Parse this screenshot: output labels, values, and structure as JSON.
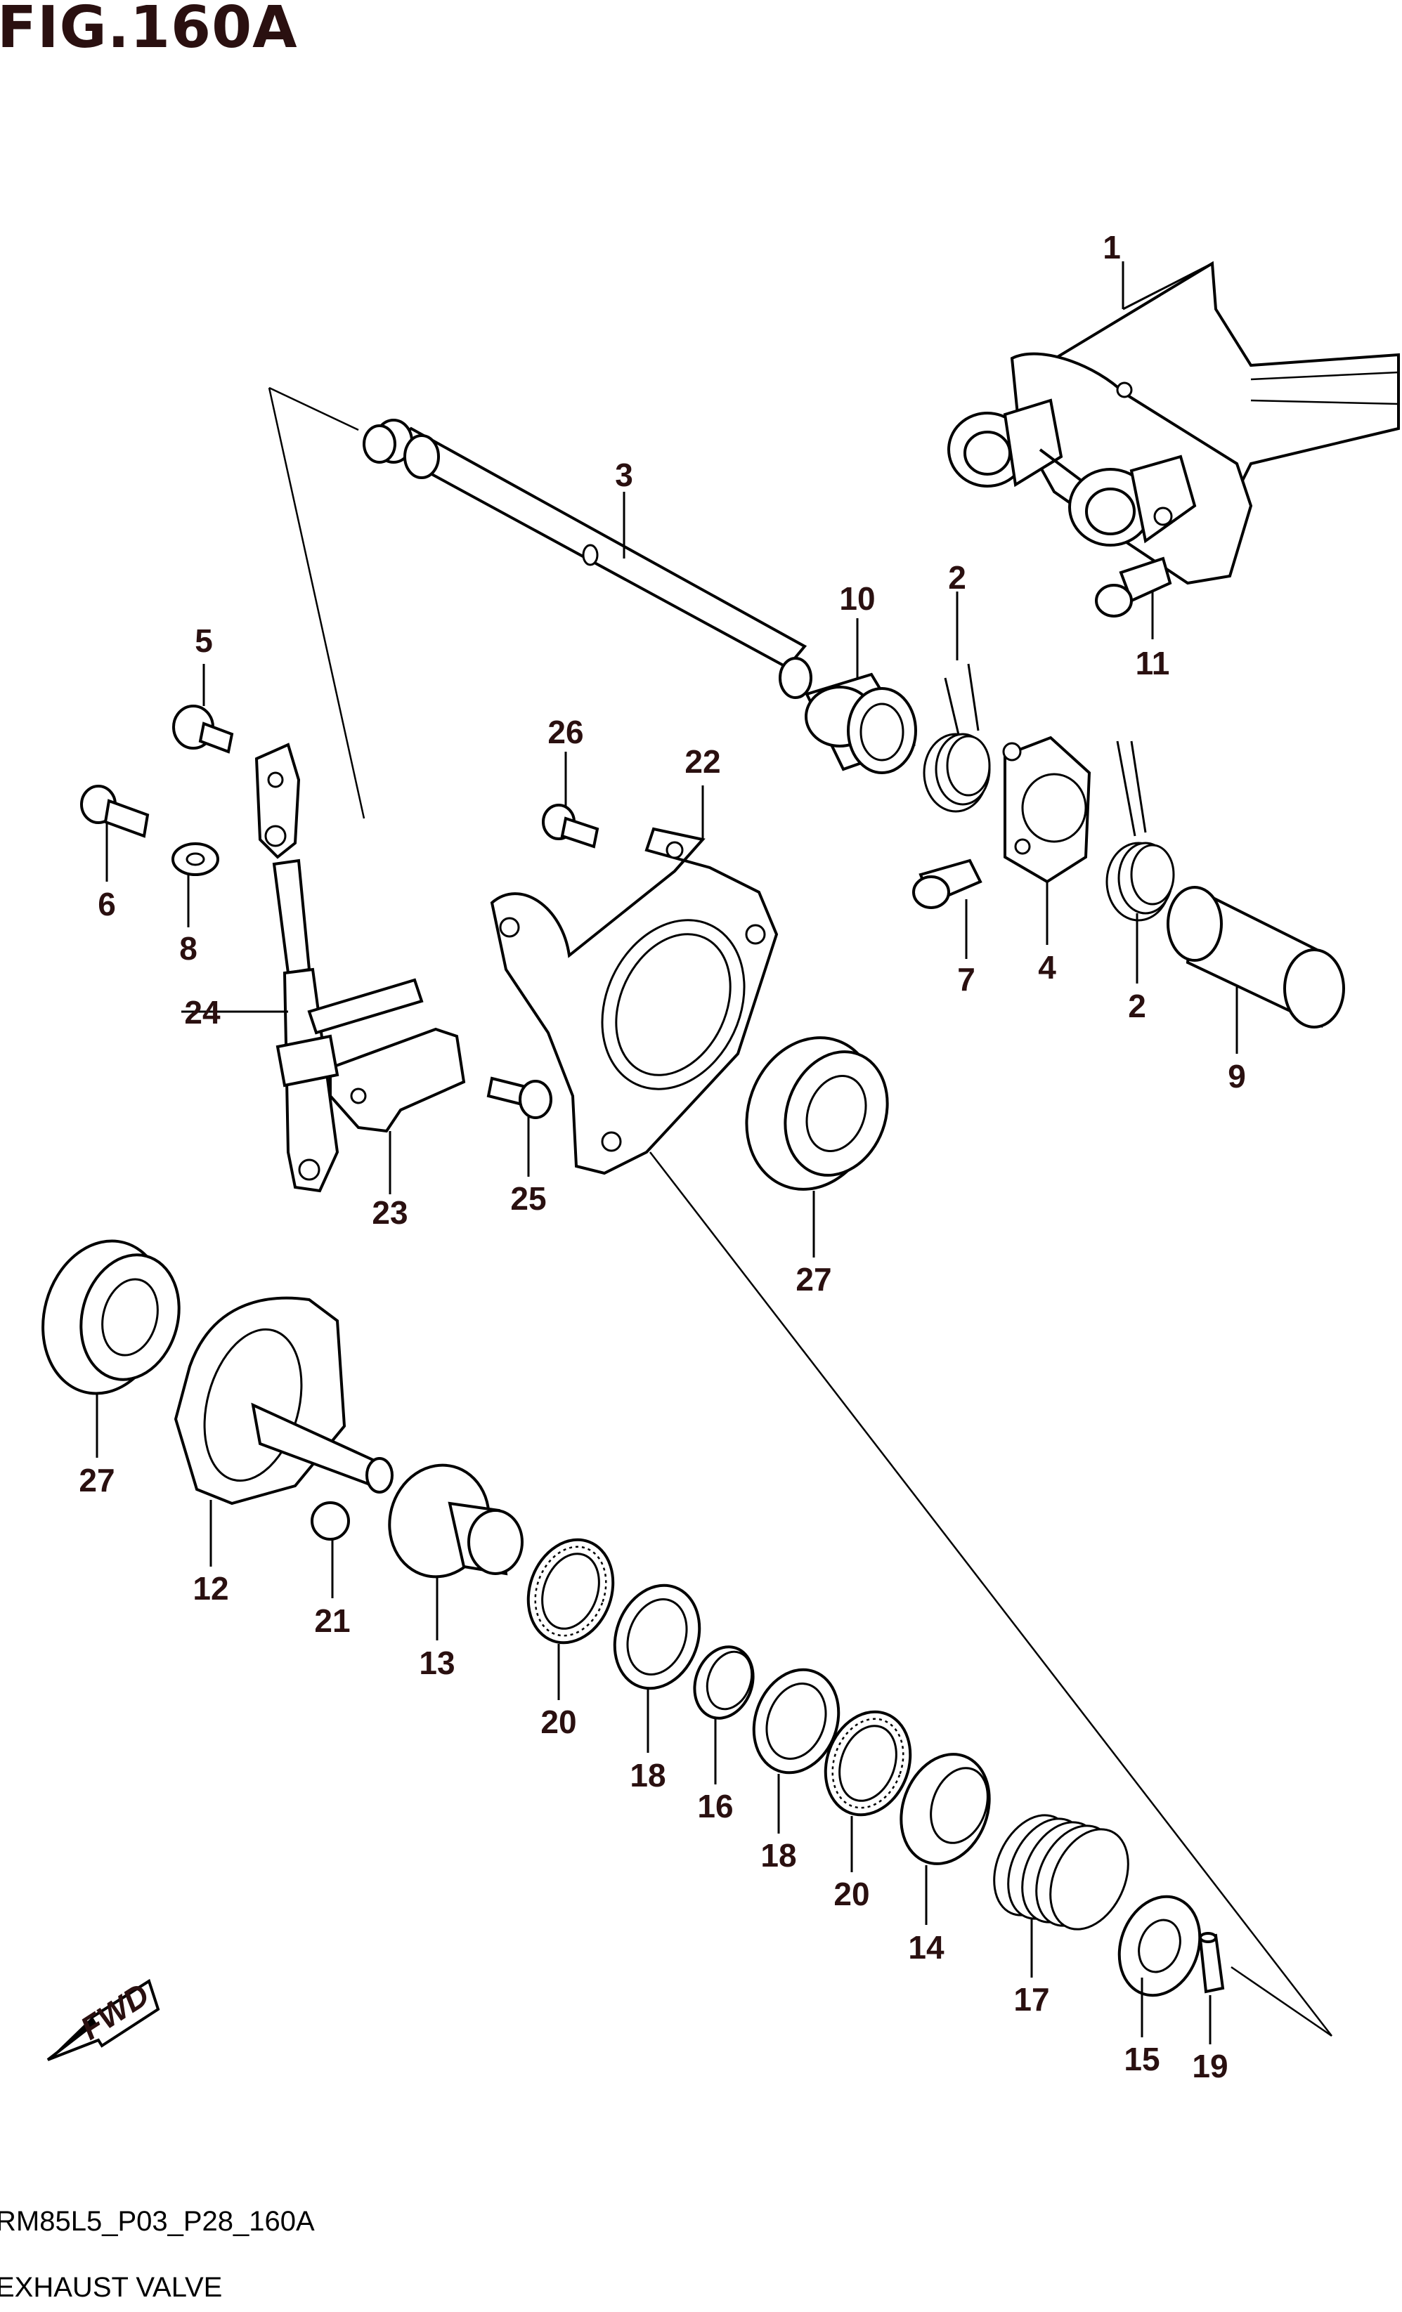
{
  "header": {
    "title": "FIG.160A"
  },
  "footer": {
    "code": "RM85L5_P03_P28_160A",
    "name": "EXHAUST VALVE"
  },
  "direction_badge": {
    "label": "FWD"
  },
  "callouts": {
    "c1": "1",
    "c2a": "2",
    "c2b": "2",
    "c3": "3",
    "c4": "4",
    "c5": "5",
    "c6": "6",
    "c7": "7",
    "c8": "8",
    "c9": "9",
    "c10": "10",
    "c11": "11",
    "c12": "12",
    "c13": "13",
    "c14": "14",
    "c15": "15",
    "c16": "16",
    "c17": "17",
    "c18a": "18",
    "c18b": "18",
    "c19": "19",
    "c20a": "20",
    "c20b": "20",
    "c21": "21",
    "c22": "22",
    "c23": "23",
    "c24": "24",
    "c25": "25",
    "c26": "26",
    "c27a": "27",
    "c27b": "27"
  }
}
